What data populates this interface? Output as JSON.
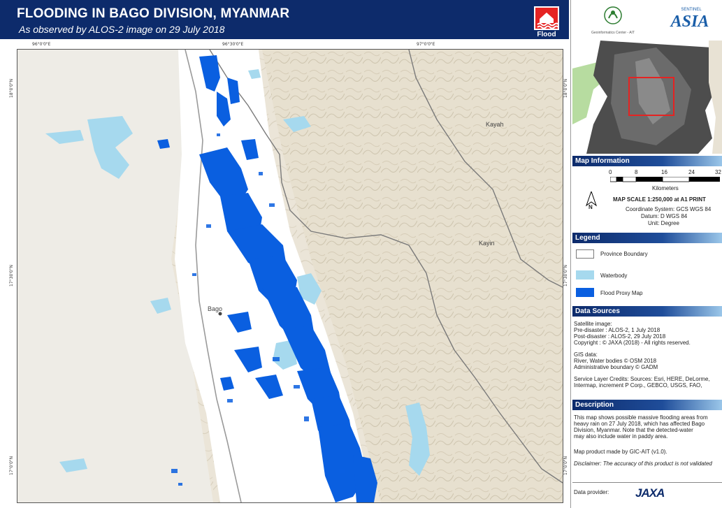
{
  "header": {
    "title": "FLOODING IN BAGO DIVISION, MYANMAR",
    "subtitle": "As observed by ALOS-2 image on 29 July 2018",
    "icon_label": "Flood"
  },
  "map": {
    "top_ticks": [
      "96°0'0\"E",
      "96°30'0\"E",
      "97°0'0\"E"
    ],
    "left_ticks": [
      "18°0'0\"N",
      "17°30'0\"N",
      "17°0'0\"N"
    ],
    "right_ticks": [
      "18°0'0\"N",
      "17°30'0\"N",
      "17°0'0\"N"
    ],
    "labels": {
      "kayah": "Kayah",
      "kayin": "Kayin",
      "bago": "Bago"
    },
    "colors": {
      "flood": "#0a5fe0",
      "water": "#a6d9ee",
      "terrain": "#ece7dc",
      "boundary": "#7a7a7a"
    }
  },
  "panel": {
    "logos": {
      "left_caption": "Geoinformatics Center - AIT",
      "right_small": "SENTINEL",
      "right_big": "ASIA"
    },
    "map_info": {
      "heading": "Map Information",
      "scale_ticks": [
        "0",
        "8",
        "16",
        "24",
        "32"
      ],
      "scale_unit": "Kilometers",
      "north": "N",
      "scale_text": "MAP SCALE 1:250,000 at A1 PRINT",
      "coord_system": "Coordinate System: GCS WGS 84",
      "datum": "Datum: D WGS 84",
      "unit": "Unit: Degree"
    },
    "legend": {
      "heading": "Legend",
      "items": [
        "Province Boundary",
        "Waterbody",
        "Flood Proxy Map"
      ]
    },
    "data_sources": {
      "heading": "Data Sources",
      "lines": [
        "Satellite image:",
        "Pre-disaster : ALOS-2, 1 July 2018",
        "Post-disaster : ALOS-2, 29 July 2018",
        "Copyright : © JAXA (2018) - All rights reserved.",
        "GIS data:",
        "River, Water bodies © OSM 2018",
        "Administrative boundary © GADM",
        "Service Layer Credits: Sources: Esri, HERE, DeLorme,",
        "Intermap, increment P Corp., GEBCO, USGS, FAO,"
      ]
    },
    "description": {
      "heading": "Description",
      "lines": [
        "This map shows possible massive flooding areas from",
        "heavy rain on 27 July 2018, which has affected Bago",
        "Division, Myanmar. Note that the detected-water",
        "may also include water in paddy area."
      ],
      "product": "Map product made by GIC-AIT (v1.0).",
      "disclaimer": "Disclaimer: The accuracy of this product is not validated"
    },
    "provider": {
      "label": "Data provider:",
      "logo": "JAXA"
    }
  }
}
